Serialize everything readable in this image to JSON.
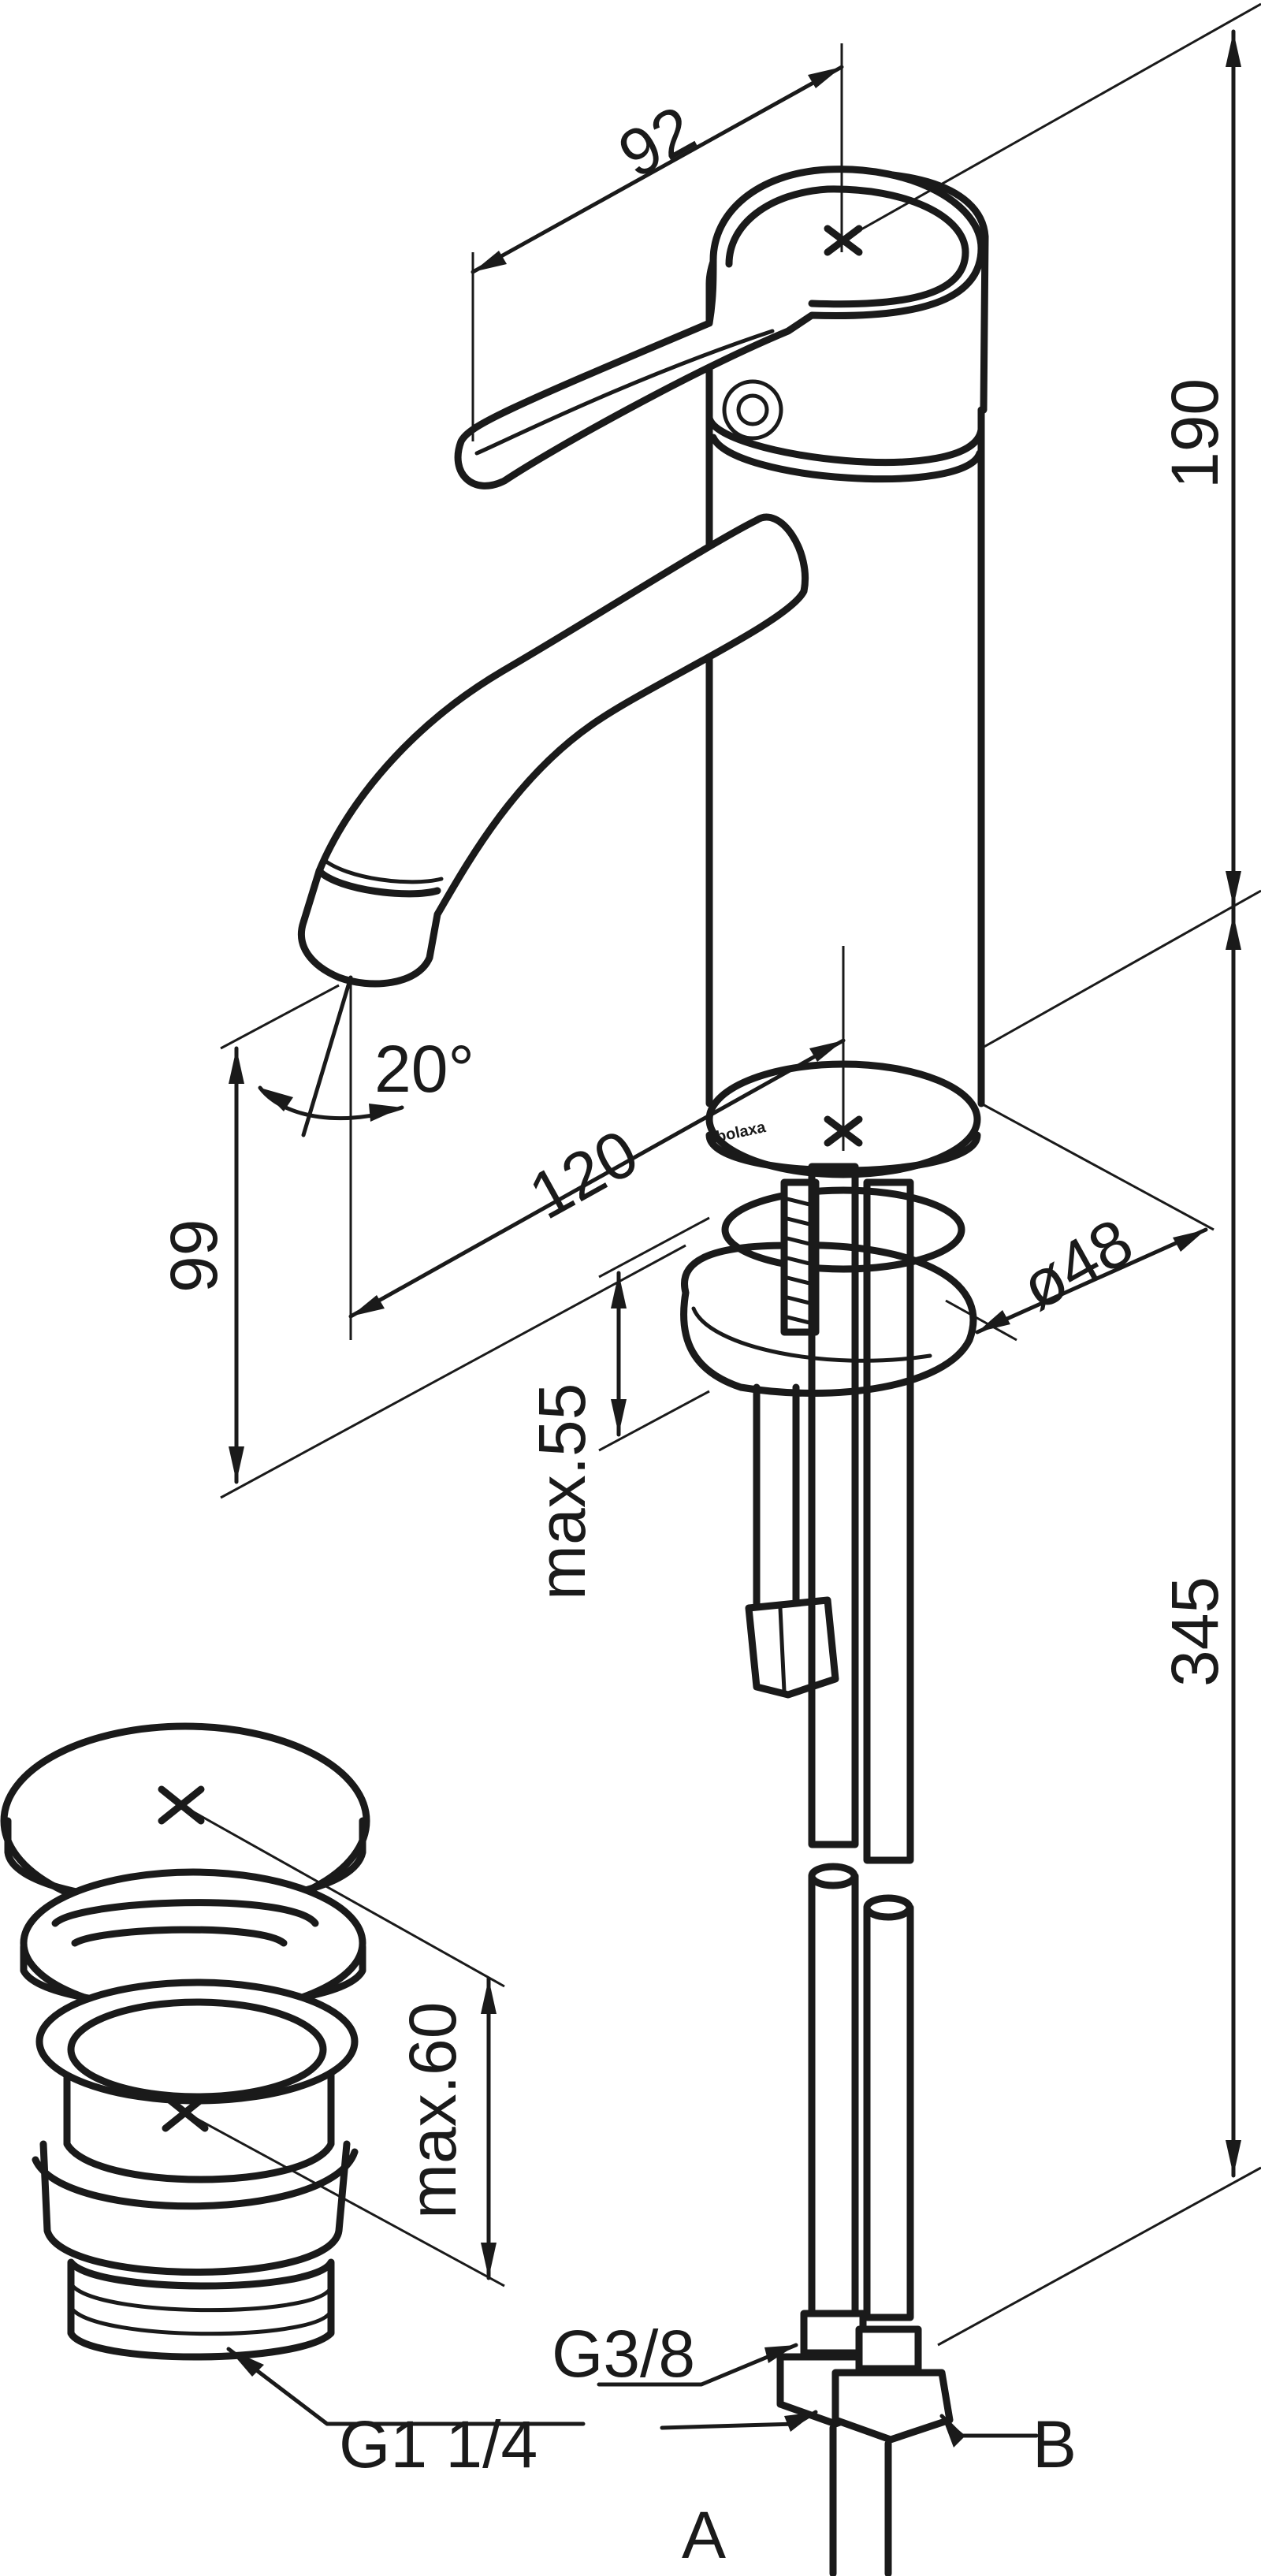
{
  "dimensions": {
    "handle_reach": "92",
    "upper_height": "190",
    "spout_angle": "20°",
    "spout_projection": "120",
    "spout_height": "99",
    "base_diameter": "ø48",
    "max_deck_thickness": "max.55",
    "hose_length": "345",
    "waste_max_thickness": "max.60",
    "waste_thread": "G1 1/4",
    "inlet_thread": "G3/8"
  },
  "labels": {
    "connection_a": "A",
    "connection_b": "B"
  },
  "brand": "Ibolaxa",
  "colors": {
    "line": "#1a1a1a",
    "background": "#ffffff"
  }
}
